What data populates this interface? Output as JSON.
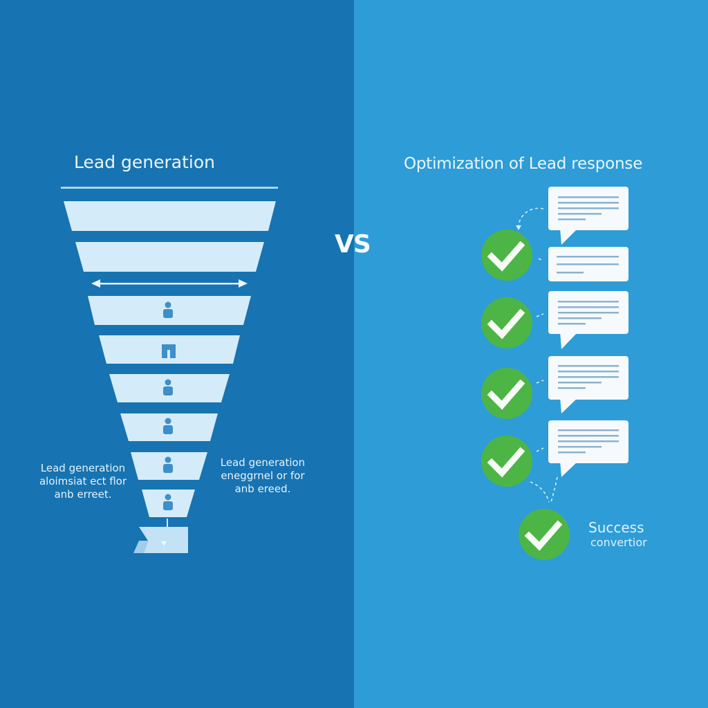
{
  "colors": {
    "left_bg": "#1773B1",
    "right_bg": "#2E9CD6",
    "funnel_band": "#D4ECF9",
    "funnel_icon": "#3E8FC9",
    "check_circle": "#4DB546",
    "bubble": "#F6FAFC",
    "bubble_line": "#8BB2CF",
    "divider_line": "#A8D8F5"
  },
  "left": {
    "title": "Lead generation",
    "funnel_bands": [
      {
        "icon": "none"
      },
      {
        "icon": "none"
      },
      {
        "icon": "person-icon"
      },
      {
        "icon": "door-icon"
      },
      {
        "icon": "person-icon"
      },
      {
        "icon": "person-icon"
      },
      {
        "icon": "person-icon"
      },
      {
        "icon": "person-icon"
      }
    ],
    "caption_left": [
      "Lead generation",
      "aloimsiat ect flor",
      "anb erreet."
    ],
    "caption_right": [
      "Lead generation",
      "eneggrnel or for",
      "anb ereed."
    ]
  },
  "center": {
    "vs_label": "VS"
  },
  "right": {
    "title": "Optimization of Lead response",
    "steps": 5,
    "success_line1": "Success",
    "success_line2": "convertior"
  }
}
